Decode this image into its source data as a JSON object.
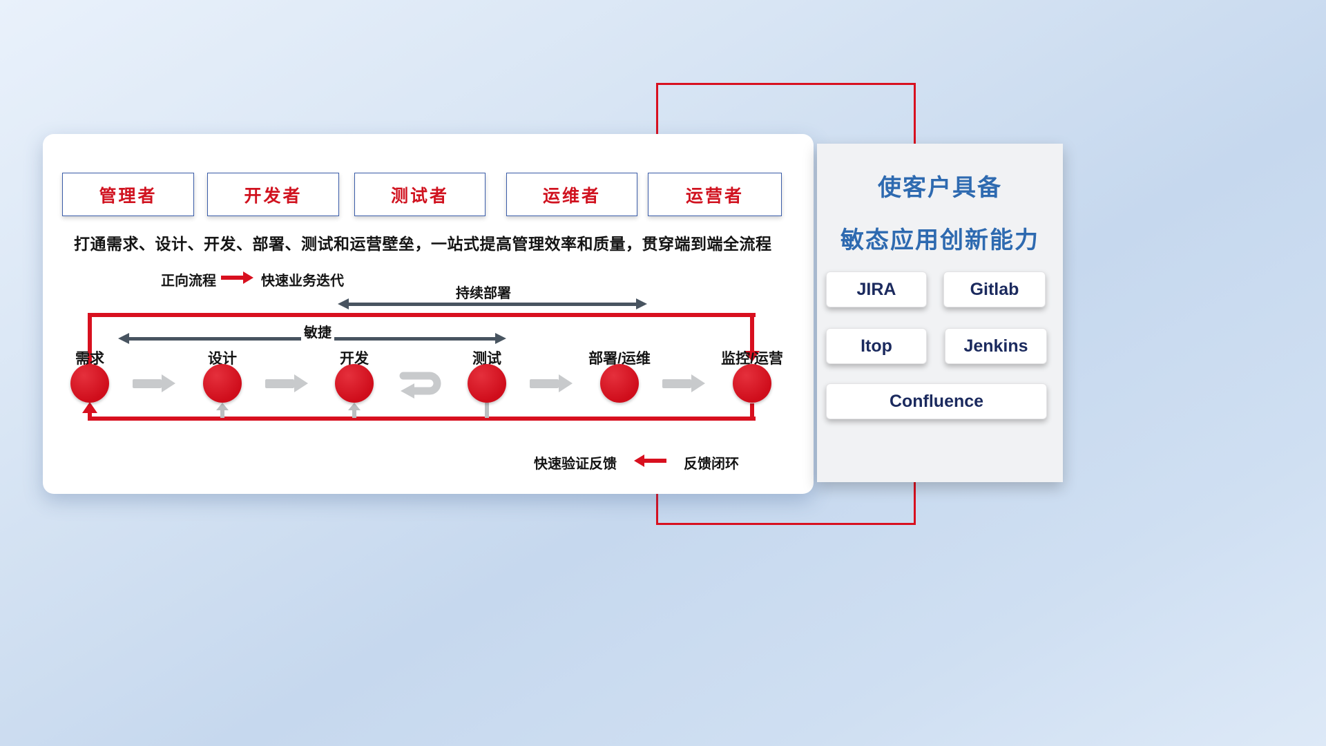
{
  "roles": [
    "管理者",
    "开发者",
    "测试者",
    "运维者",
    "运营者"
  ],
  "subtitle": "打通需求、设计、开发、部署、测试和运营壁垒，一站式提高管理效率和质量，贯穿端到端全流程",
  "legend_forward": {
    "label": "正向流程",
    "desc": "快速业务迭代"
  },
  "flow": {
    "stages": [
      "需求",
      "设计",
      "开发",
      "测试",
      "部署/运维",
      "监控/运营"
    ],
    "agile_label": "敏捷",
    "continuous_deploy_label": "持续部署"
  },
  "legend_feedback": {
    "label": "快速验证反馈",
    "desc": "反馈闭环"
  },
  "side_panel": {
    "title_line1": "使客户具备",
    "title_line2": "敏态应用创新能力",
    "tools": [
      "JIRA",
      "Gitlab",
      "Itop",
      "Jenkins",
      "Confluence"
    ]
  }
}
